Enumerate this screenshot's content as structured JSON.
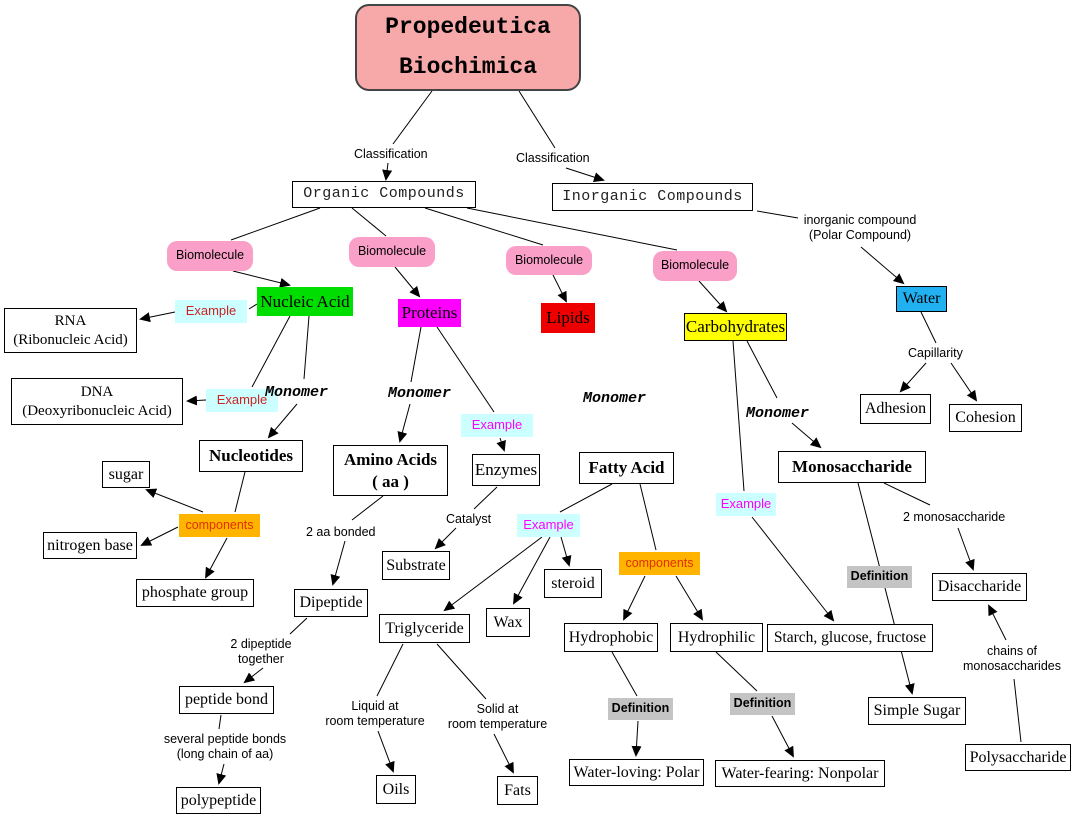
{
  "diagram_title": "Propedeutica\nBiochimica",
  "colors": {
    "title_bg": "#F7A8A8",
    "biomolecule_bg": "#FA9FC8",
    "nucleic_acid_bg": "#00DD00",
    "proteins_bg": "#FF00FF",
    "lipids_bg": "#EE0000",
    "carbohydrates_bg": "#FFFF00",
    "water_bg": "#21B0F0",
    "example_bg": "#CCFFFF",
    "example_text_red": "#CC2222",
    "example_text_magenta": "#FF00FF",
    "components_bg": "#FFB400",
    "components_text": "#E03000",
    "definition_bg": "#C4C4C4"
  },
  "nodes": {
    "classification_left": "Classification",
    "classification_right": "Classification",
    "organic_compounds": "Organic Compounds",
    "inorganic_compounds": "Inorganic Compounds",
    "biomolecule_1": "Biomolecule",
    "biomolecule_2": "Biomolecule",
    "biomolecule_3": "Biomolecule",
    "biomolecule_4": "Biomolecule",
    "inorganic_compound_note": "inorganic compound\n(Polar Compound)",
    "nucleic_acid": "Nucleic Acid",
    "proteins": "Proteins",
    "lipids": "Lipids",
    "carbohydrates": "Carbohydrates",
    "water": "Water",
    "example_rna": "Example",
    "example_dna": "Example",
    "example_enzymes": "Example",
    "example_fatty_acid": "Example",
    "example_carbohydrates": "Example",
    "rna": "RNA\n(Ribonucleic Acid)",
    "dna": "DNA\n(Deoxyribonucleic Acid)",
    "monomer_nucleic": "Monomer",
    "monomer_proteins": "Monomer",
    "monomer_lipids": "Monomer",
    "monomer_carbohydrates": "Monomer",
    "nucleotides": "Nucleotides",
    "amino_acids": "Amino Acids\n( aa )",
    "enzymes": "Enzymes",
    "fatty_acid": "Fatty Acid",
    "monosaccharide": "Monosaccharide",
    "adhesion": "Adhesion",
    "cohesion": "Cohesion",
    "capillarity": "Capillarity",
    "sugar": "sugar",
    "components_nucleotides": "components",
    "components_fatty_acid": "components",
    "nitrogen_base": "nitrogen base",
    "phosphate_group": "phosphate group",
    "aa_bonded": "2 aa bonded",
    "catalyst": "Catalyst",
    "substrate": "Substrate",
    "steroid": "steroid",
    "dipeptide": "Dipeptide",
    "triglyceride": "Triglyceride",
    "wax": "Wax",
    "definition_monosaccharide": "Definition",
    "definition_hydrophobic": "Definition",
    "definition_hydrophilic": "Definition",
    "two_monosaccharide": "2 monosaccharide",
    "disaccharide": "Disaccharide",
    "hydrophobic": "Hydrophobic",
    "hydrophilic": "Hydrophilic",
    "starch_glucose_fructose": "Starch, glucose, fructose",
    "chains_of_monosaccharides": "chains of\nmonosaccharides",
    "two_dipeptide_together": "2 dipeptide\ntogether",
    "peptide_bond": "peptide bond",
    "liquid_at_room_temp": "Liquid at\nroom temperature",
    "solid_at_room_temp": "Solid at\nroom temperature",
    "simple_sugar": "Simple Sugar",
    "several_peptide_bonds": "several peptide bonds\n(long chain of aa)",
    "water_loving": "Water-loving: Polar",
    "water_fearing": "Water-fearing: Nonpolar",
    "polysaccharide": "Polysaccharide",
    "polypeptide": "polypeptide",
    "oils": "Oils",
    "fats": "Fats"
  }
}
